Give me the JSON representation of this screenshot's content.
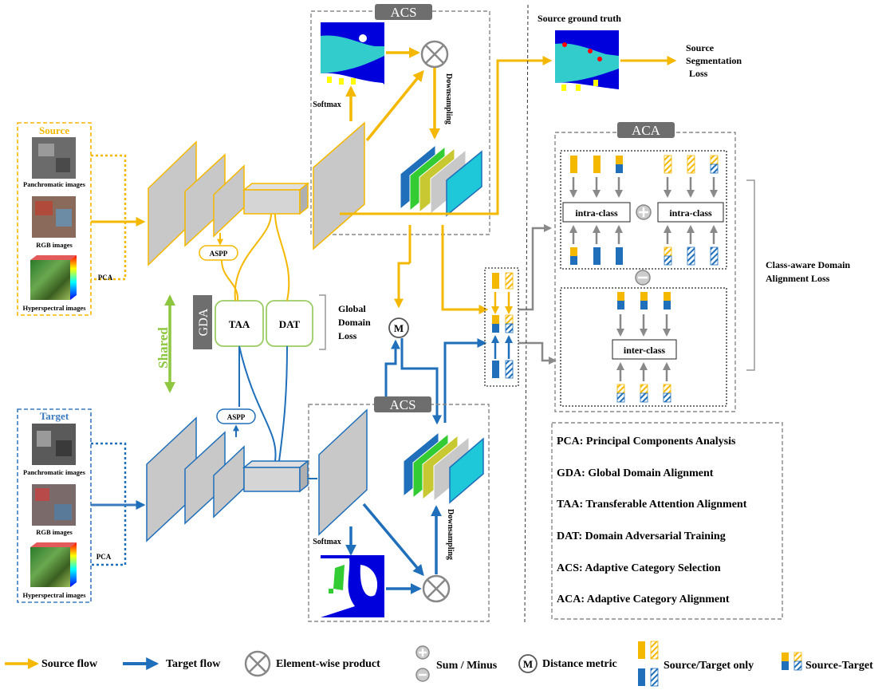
{
  "colors": {
    "source": "#f5b800",
    "target": "#1f6fba",
    "gray": "#8a8a8a",
    "shared": "#8dc63f",
    "gda_green": "#9ccc65",
    "title_bg": "#6e6e6e"
  },
  "source": {
    "label": "Source",
    "images": [
      "Panchromatic images",
      "RGB images",
      "Hyperspectral images"
    ],
    "pca": "PCA"
  },
  "target": {
    "label": "Target",
    "images": [
      "Panchromatic images",
      "RGB images",
      "Hyperspectral images"
    ],
    "pca": "PCA"
  },
  "shared_label": "Shared",
  "aspp_top": "ASPP",
  "aspp_bottom": "ASPP",
  "gda": {
    "label": "GDA",
    "taa": "TAA",
    "dat": "DAT",
    "loss": [
      "Global",
      "Domain",
      "Loss"
    ]
  },
  "acs_top": {
    "title": "ACS",
    "softmax": "Softmax",
    "downsampling": "Downsampling"
  },
  "acs_bottom": {
    "title": "ACS",
    "softmax": "Softmax",
    "downsampling": "Downsampling"
  },
  "distance_symbol": "M",
  "source_gt": {
    "label": "Source ground truth",
    "loss": [
      "Source",
      "Segmentation",
      "Loss"
    ]
  },
  "aca": {
    "title": "ACA",
    "intra1": "intra-class",
    "intra2": "intra-class",
    "inter": "inter-class",
    "loss": [
      "Class-aware Domain",
      "Alignment Loss"
    ]
  },
  "glossary": [
    "PCA: Principal Components Analysis",
    "GDA: Global Domain Alignment",
    "TAA: Transferable Attention Alignment",
    "DAT: Domain Adversarial Training",
    "ACS: Adaptive Category Selection",
    "ACA: Adaptive Category Alignment"
  ],
  "legend": {
    "source_flow": "Source flow",
    "target_flow": "Target flow",
    "element_wise": "Element-wise product",
    "sum_minus": "Sum / Minus",
    "distance": "Distance metric",
    "only": "Source/Target only",
    "st": "Source-Target"
  }
}
